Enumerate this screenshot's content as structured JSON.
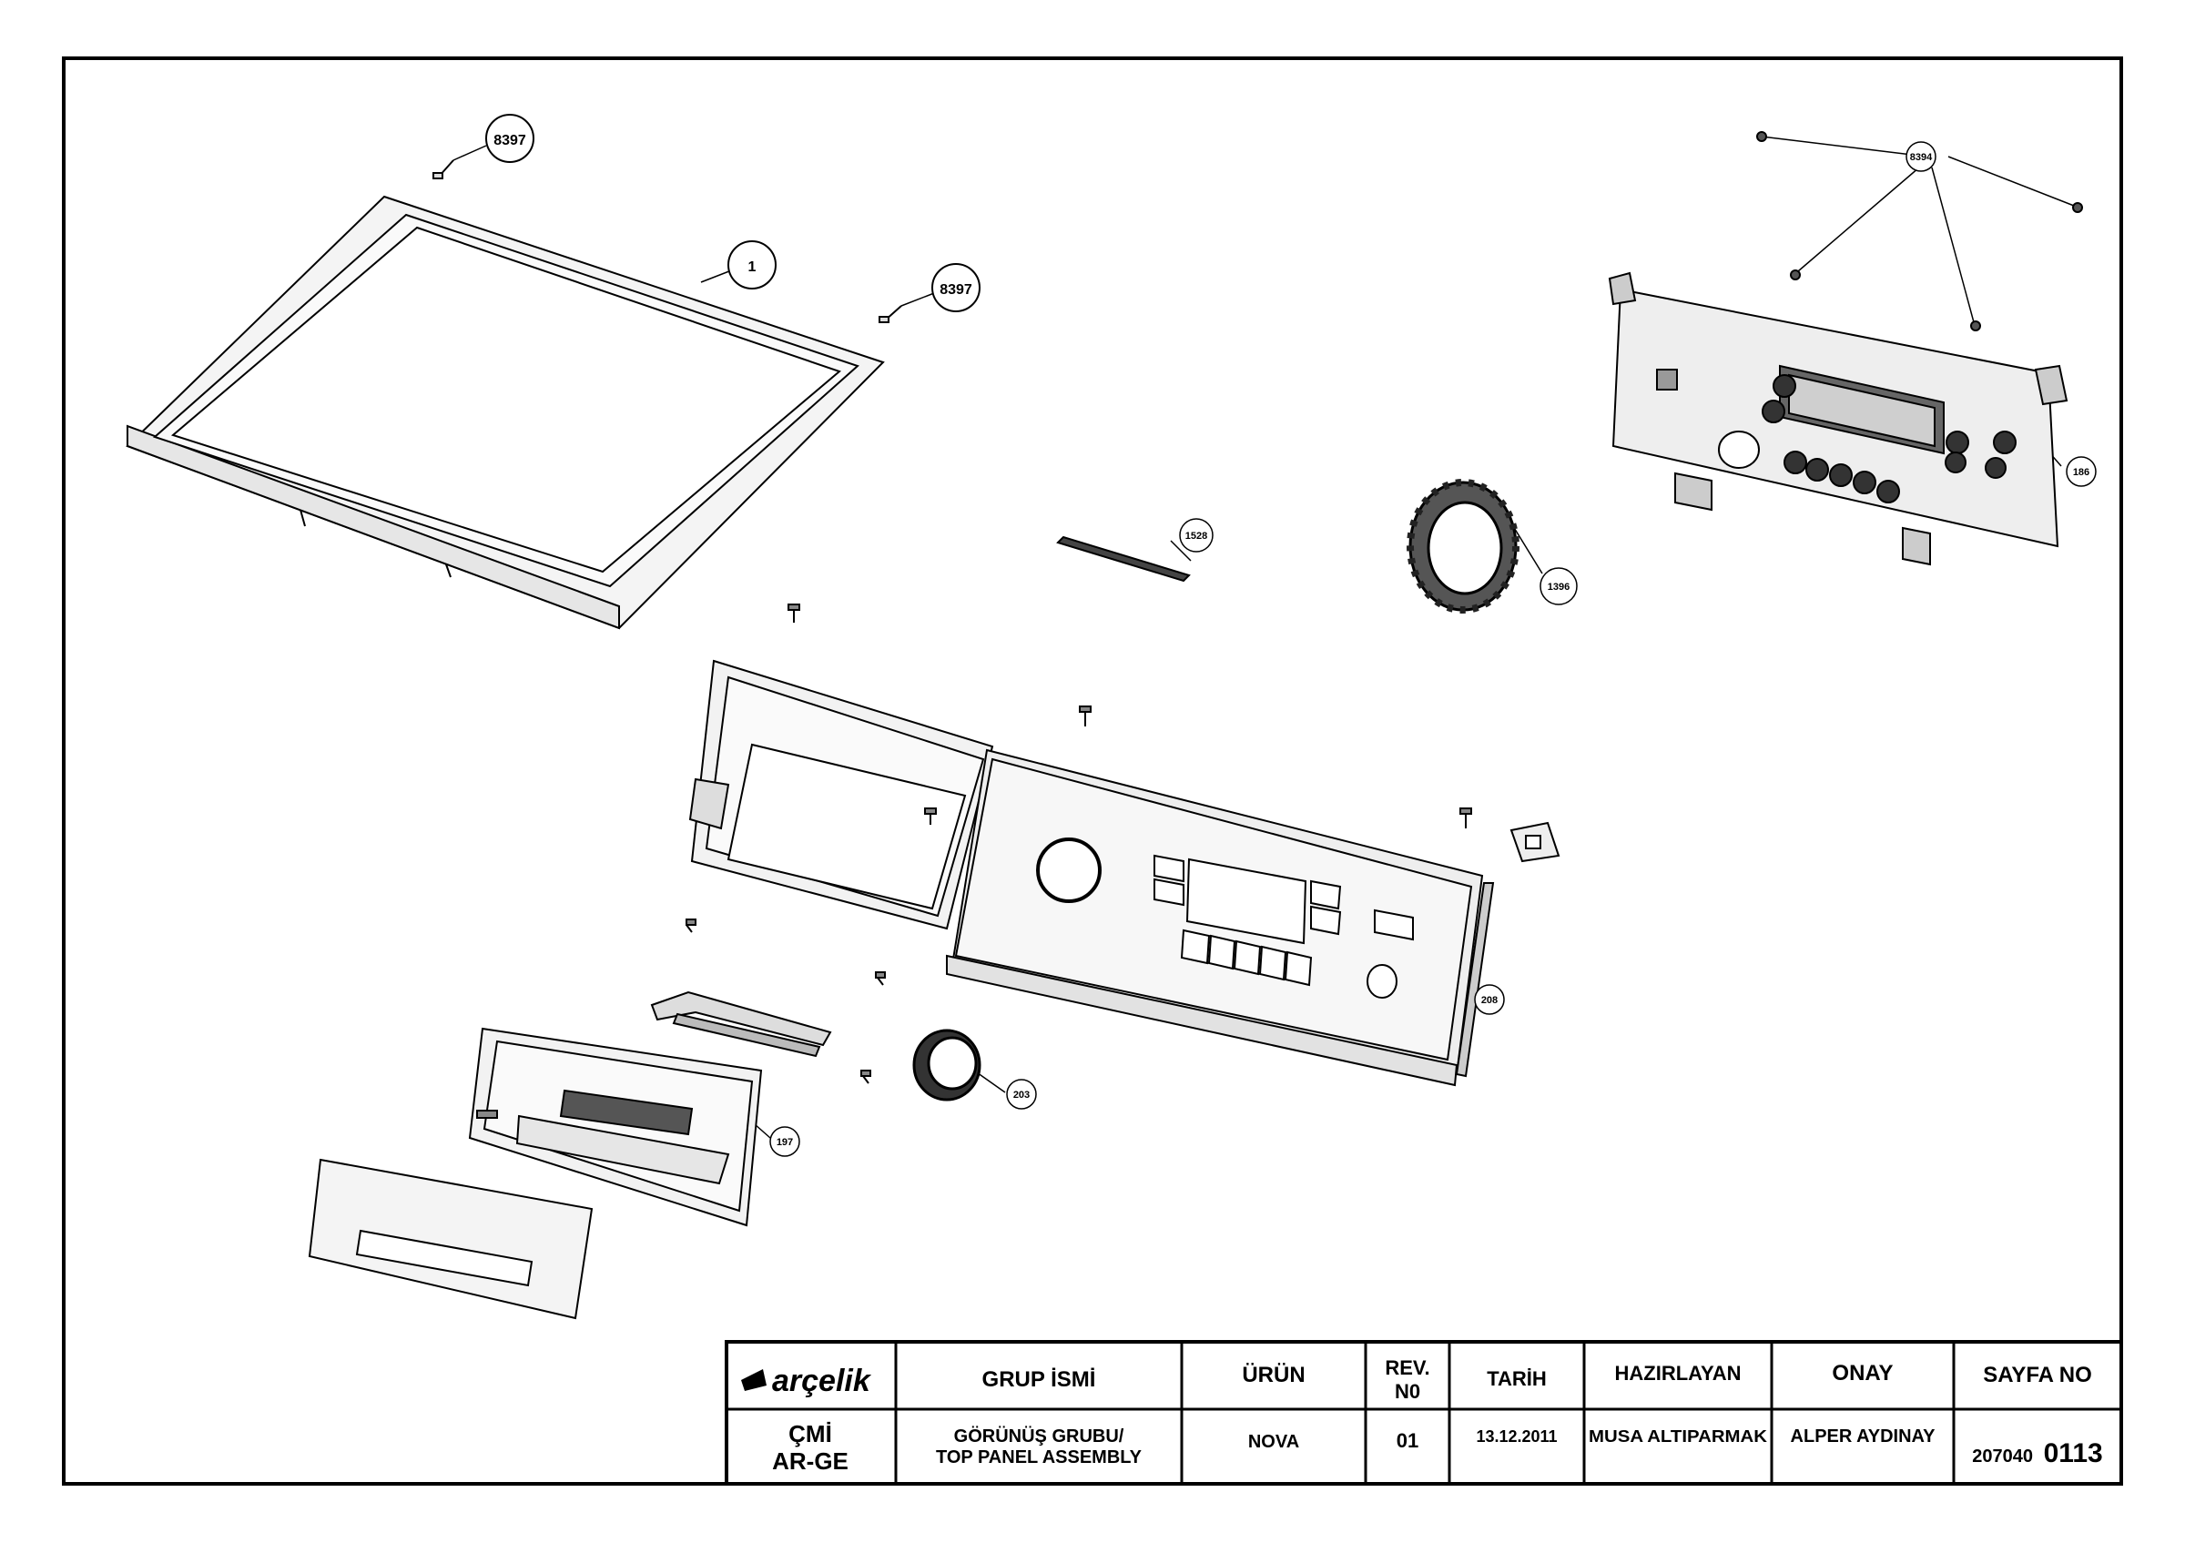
{
  "callouts": {
    "c8397a": "8397",
    "c1": "1",
    "c8397b": "8397",
    "c8394": "8394",
    "c186": "186",
    "c1528": "1528",
    "c1396": "1396",
    "c208": "208",
    "c203": "203",
    "c197": "197"
  },
  "title_block": {
    "logo_text": "arçelik",
    "headers": {
      "group": "GRUP İSMİ",
      "product": "ÜRÜN",
      "rev_line1": "REV.",
      "rev_line2": "N0",
      "date": "TARİH",
      "prepared": "HAZIRLAYAN",
      "approved": "ONAY",
      "page": "SAYFA NO"
    },
    "values": {
      "dept_line1": "ÇMİ",
      "dept_line2": "AR-GE",
      "group_line1": "GÖRÜNÜŞ GRUBU/",
      "group_line2": "TOP PANEL ASSEMBLY",
      "product": "NOVA",
      "rev": "01",
      "date": "13.12.2011",
      "prepared": "MUSA ALTIPARMAK",
      "approved": "ALPER AYDINAY",
      "page_prefix": "207040",
      "page_number": "0113"
    }
  },
  "colors": {
    "line": "#000000",
    "part_fill": "#f2f2f2",
    "dark": "#333333"
  }
}
